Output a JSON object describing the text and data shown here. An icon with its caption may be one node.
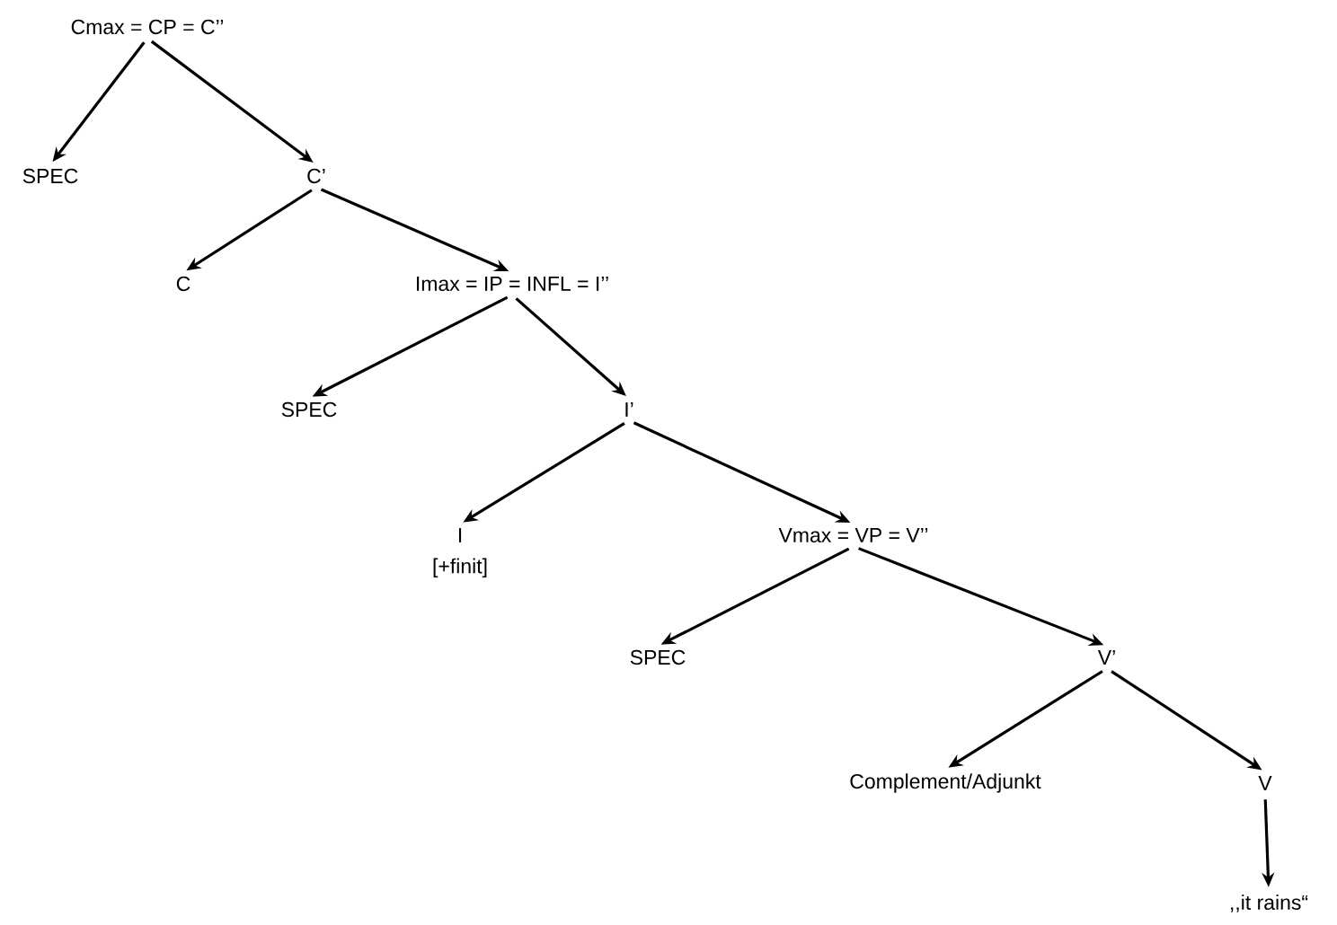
{
  "diagram": {
    "nodes": [
      {
        "text": [
          "Cmax = CP = C’’"
        ]
      },
      {
        "text": [
          "SPEC"
        ]
      },
      {
        "text": [
          "C’"
        ]
      },
      {
        "text": [
          "C"
        ]
      },
      {
        "text": [
          "Imax = IP = INFL = I’’"
        ]
      },
      {
        "text": [
          "SPEC"
        ]
      },
      {
        "text": [
          "I’"
        ]
      },
      {
        "text": [
          "I"
        ],
        "beside": [
          "[+finit]"
        ]
      },
      {
        "text": [
          "Vmax = VP = V’’"
        ]
      },
      {
        "text": [
          "SPEC"
        ]
      },
      {
        "text": [
          "V’"
        ]
      },
      {
        "text": [
          "Complement/Adjunkt"
        ]
      },
      {
        "text": [
          "V"
        ]
      },
      {
        "text": [
          ",,it rains“"
        ]
      }
    ],
    "edges": [
      {
        "from": 0,
        "to": 1,
        "arrow": "to"
      },
      {
        "from": 0,
        "to": 2,
        "arrow": "to"
      },
      {
        "from": 2,
        "to": 3,
        "arrow": "to"
      },
      {
        "from": 2,
        "to": 4,
        "arrow": "to"
      },
      {
        "from": 4,
        "to": 5,
        "arrow": "to"
      },
      {
        "from": 4,
        "to": 6,
        "arrow": "to"
      },
      {
        "from": 6,
        "to": 7,
        "arrow": "to"
      },
      {
        "from": 6,
        "to": 8,
        "arrow": "to"
      },
      {
        "from": 8,
        "to": 9,
        "arrow": "to"
      },
      {
        "from": 8,
        "to": 10,
        "arrow": "to"
      },
      {
        "from": 10,
        "to": 11,
        "arrow": "to"
      },
      {
        "from": 10,
        "to": 12,
        "arrow": "to"
      },
      {
        "from": 12,
        "to": 13,
        "arrow": "to"
      }
    ]
  }
}
